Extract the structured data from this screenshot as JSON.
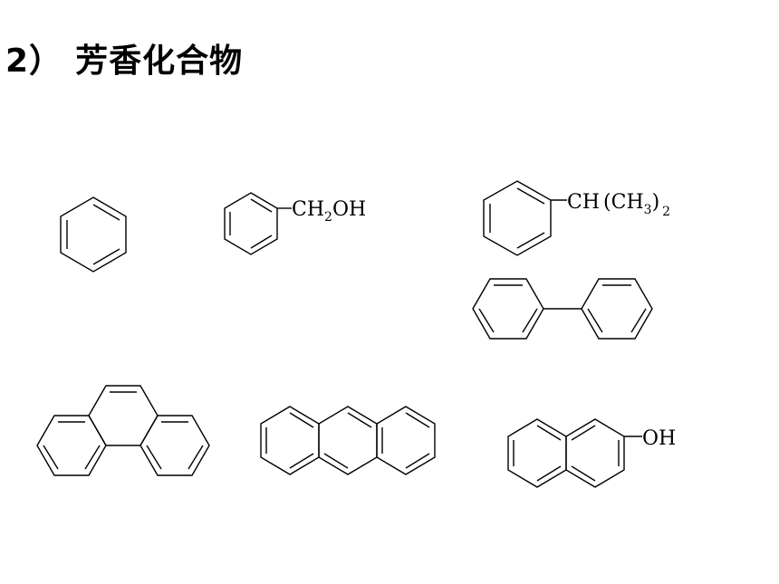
{
  "heading": {
    "number": "2）",
    "title": "芳香化合物"
  },
  "compounds": {
    "benzyl_alcohol": {
      "group": {
        "ch": "CH",
        "sub": "2",
        "oh": "OH"
      }
    },
    "cumene": {
      "group": {
        "ch": "CH",
        "open": "(",
        "ch3": "CH",
        "sub3": "3",
        "close": ")",
        "sub2": "2"
      }
    },
    "naphthol": {
      "group": {
        "oh": "OH"
      }
    }
  }
}
